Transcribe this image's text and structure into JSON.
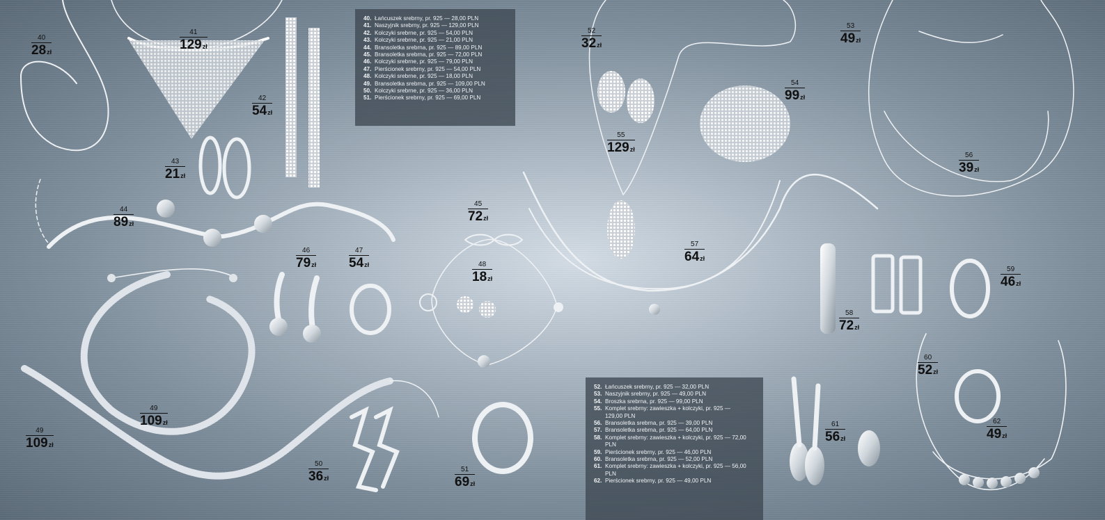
{
  "currency": "zł",
  "tags": [
    {
      "id": "40",
      "num": "40",
      "price": "28"
    },
    {
      "id": "41",
      "num": "41",
      "price": "129"
    },
    {
      "id": "42",
      "num": "42",
      "price": "54"
    },
    {
      "id": "43",
      "num": "43",
      "price": "21"
    },
    {
      "id": "44",
      "num": "44",
      "price": "89"
    },
    {
      "id": "45",
      "num": "45",
      "price": "72"
    },
    {
      "id": "46",
      "num": "46",
      "price": "79"
    },
    {
      "id": "47",
      "num": "47",
      "price": "54"
    },
    {
      "id": "48",
      "num": "48",
      "price": "18"
    },
    {
      "id": "49a",
      "num": "49",
      "price": "109"
    },
    {
      "id": "49b",
      "num": "49",
      "price": "109"
    },
    {
      "id": "50",
      "num": "50",
      "price": "36"
    },
    {
      "id": "51",
      "num": "51",
      "price": "69"
    },
    {
      "id": "52",
      "num": "52",
      "price": "32"
    },
    {
      "id": "53",
      "num": "53",
      "price": "49"
    },
    {
      "id": "54",
      "num": "54",
      "price": "99"
    },
    {
      "id": "55",
      "num": "55",
      "price": "129"
    },
    {
      "id": "56",
      "num": "56",
      "price": "39"
    },
    {
      "id": "57",
      "num": "57",
      "price": "64"
    },
    {
      "id": "58",
      "num": "58",
      "price": "72"
    },
    {
      "id": "59",
      "num": "59",
      "price": "46"
    },
    {
      "id": "60",
      "num": "60",
      "price": "52"
    },
    {
      "id": "61",
      "num": "61",
      "price": "56"
    },
    {
      "id": "62",
      "num": "62",
      "price": "49"
    }
  ],
  "price_list_left": [
    {
      "num": "40.",
      "text": "Łańcuszek srebrny, pr. 925 — 28,00 PLN"
    },
    {
      "num": "41.",
      "text": "Naszyjnik srebrny, pr. 925 — 129,00 PLN"
    },
    {
      "num": "42.",
      "text": "Kolczyki srebrne, pr. 925 — 54,00 PLN"
    },
    {
      "num": "43.",
      "text": "Kolczyki srebrne, pr. 925 — 21,00 PLN"
    },
    {
      "num": "44.",
      "text": "Bransoletka srebrna, pr. 925 — 89,00 PLN"
    },
    {
      "num": "45.",
      "text": "Bransoletka srebrna, pr. 925 — 72,00 PLN"
    },
    {
      "num": "46.",
      "text": "Kolczyki srebrne, pr. 925 — 79,00 PLN"
    },
    {
      "num": "47.",
      "text": "Pierścionek srebrny, pr. 925 — 54,00 PLN"
    },
    {
      "num": "48.",
      "text": "Kolczyki srebrne, pr. 925 — 18,00 PLN"
    },
    {
      "num": "49.",
      "text": "Bransoletka srebrna, pr. 925 — 109,00 PLN"
    },
    {
      "num": "50.",
      "text": "Kolczyki srebrne, pr. 925 — 36,00 PLN"
    },
    {
      "num": "51.",
      "text": "Pierścionek srebrny, pr. 925 — 69,00 PLN"
    }
  ],
  "price_list_right": [
    {
      "num": "52.",
      "text": "Łańcuszek srebrny, pr. 925 — 32,00 PLN"
    },
    {
      "num": "53.",
      "text": "Naszyjnik srebrny, pr. 925 — 49,00 PLN"
    },
    {
      "num": "54.",
      "text": "Broszka srebrna, pr. 925 — 99,00 PLN"
    },
    {
      "num": "55.",
      "text": "Komplet srebrny: zawieszka + kolczyki, pr. 925 — 129,00 PLN"
    },
    {
      "num": "56.",
      "text": "Bransoletka srebrna, pr. 925 — 39,00 PLN"
    },
    {
      "num": "57.",
      "text": "Bransoletka srebrna, pr. 925 — 64,00 PLN"
    },
    {
      "num": "58.",
      "text": "Komplet srebrny: zawieszka + kolczyki, pr. 925 — 72,00 PLN"
    },
    {
      "num": "59.",
      "text": "Pierścionek srebrny, pr. 925 — 46,00 PLN"
    },
    {
      "num": "60.",
      "text": "Bransoletka srebrna, pr. 925 — 52,00 PLN"
    },
    {
      "num": "61.",
      "text": "Komplet srebrny: zawieszka + kolczyki, pr. 925 — 56,00 PLN"
    },
    {
      "num": "62.",
      "text": "Pierścionek srebrny, pr. 925 — 49,00 PLN"
    }
  ]
}
